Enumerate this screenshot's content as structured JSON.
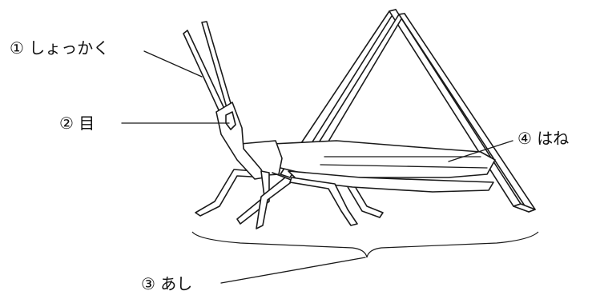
{
  "labels": {
    "antenna": "① しょっかく",
    "eye": "② 目",
    "legs": "③ あし",
    "wings": "④ はね"
  }
}
